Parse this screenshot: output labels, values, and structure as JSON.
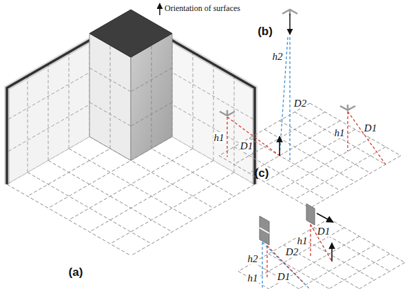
{
  "diagram": {
    "labels": [
      "Orientation of surfaces",
      "(a)",
      "(b)",
      "h2",
      "D2",
      "h1",
      "D1",
      "h1",
      "D1",
      "(c)",
      "h2",
      "h1",
      "D2",
      "D1",
      "h1",
      "D1"
    ]
  }
}
